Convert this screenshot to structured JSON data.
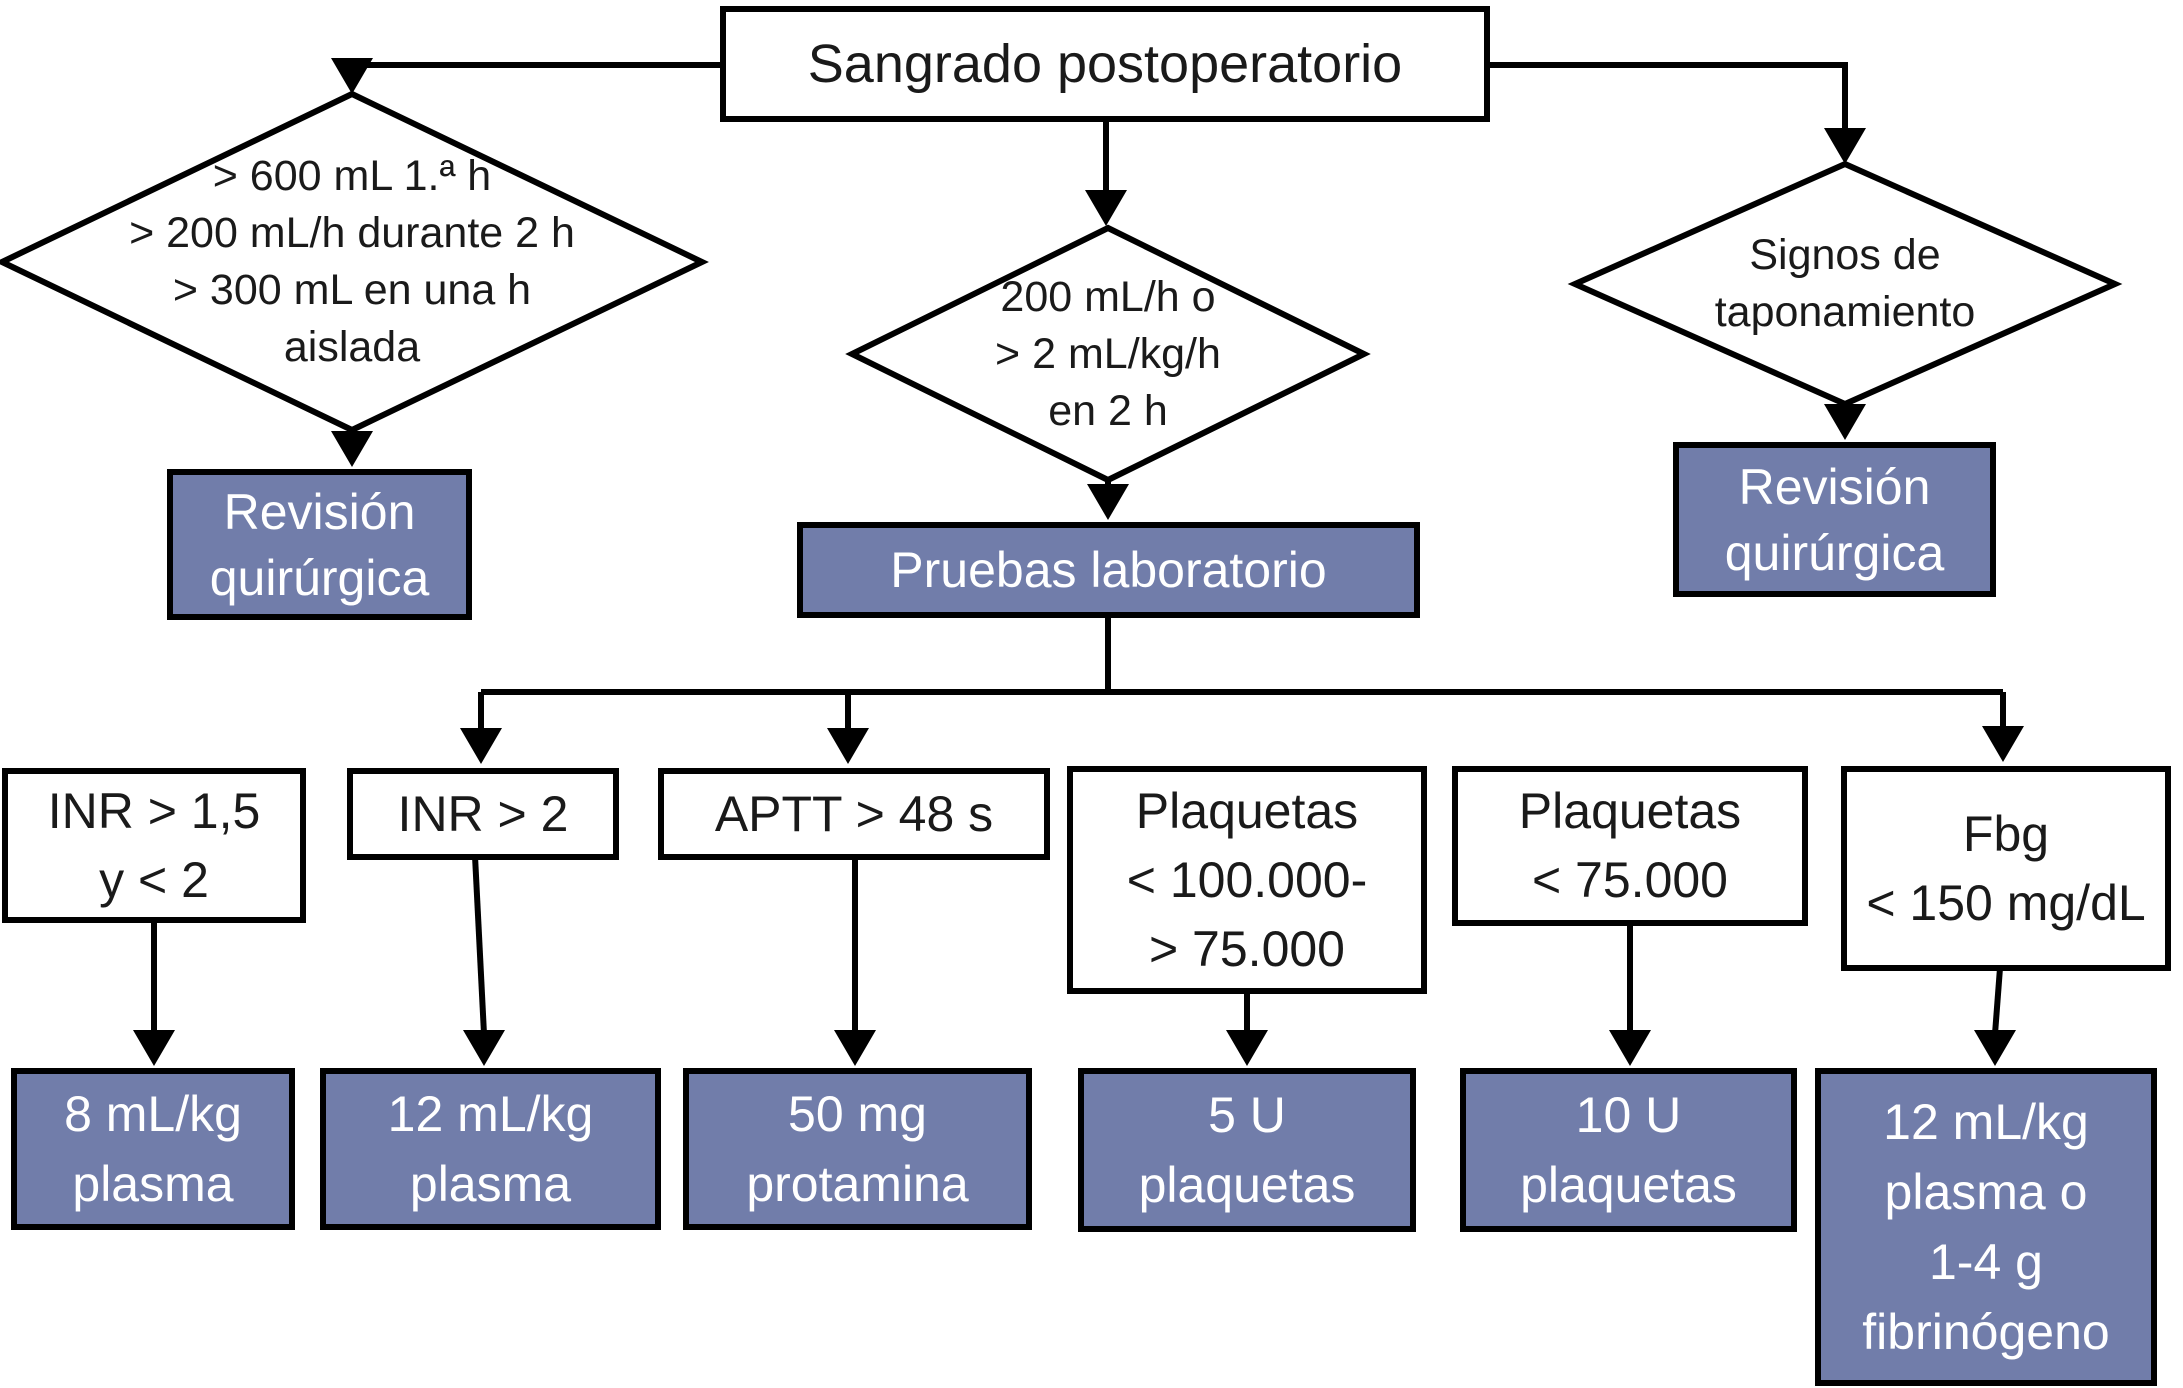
{
  "palette": {
    "background": "#ffffff",
    "node_fill_blue": "#717DAA",
    "node_fill_white": "#ffffff",
    "node_border": "#000000",
    "connector": "#000000",
    "text_dark": "#1a1a1a",
    "text_light": "#ffffff"
  },
  "flowchart": {
    "root": {
      "label": "Sangrado postoperatorio"
    },
    "decisions": {
      "left": {
        "label": "> 600 mL 1.ª h\n> 200 mL/h durante 2 h\n> 300 mL en una h\naislada"
      },
      "middle": {
        "label": "200 mL/h o\n> 2 mL/kg/h\nen 2 h"
      },
      "right": {
        "label": "Signos de\ntaponamiento"
      }
    },
    "actions": {
      "left_revision": {
        "label": "Revisión\nquirúrgica"
      },
      "lab_tests": {
        "label": "Pruebas laboratorio"
      },
      "right_revision": {
        "label": "Revisión\nquirúrgica"
      }
    },
    "lab_branches": [
      {
        "condition": "INR > 1,5\ny < 2",
        "treatment": "8 mL/kg\nplasma"
      },
      {
        "condition": "INR > 2",
        "treatment": "12 mL/kg\nplasma"
      },
      {
        "condition": "APTT > 48 s",
        "treatment": "50 mg\nprotamina"
      },
      {
        "condition": "Plaquetas\n< 100.000-\n> 75.000",
        "treatment": "5 U\nplaquetas"
      },
      {
        "condition": "Plaquetas\n< 75.000",
        "treatment": "10 U\nplaquetas"
      },
      {
        "condition": "Fbg\n< 150 mg/dL",
        "treatment": "12 mL/kg\nplasma o\n1-4 g\nfibrinógeno"
      }
    ]
  }
}
